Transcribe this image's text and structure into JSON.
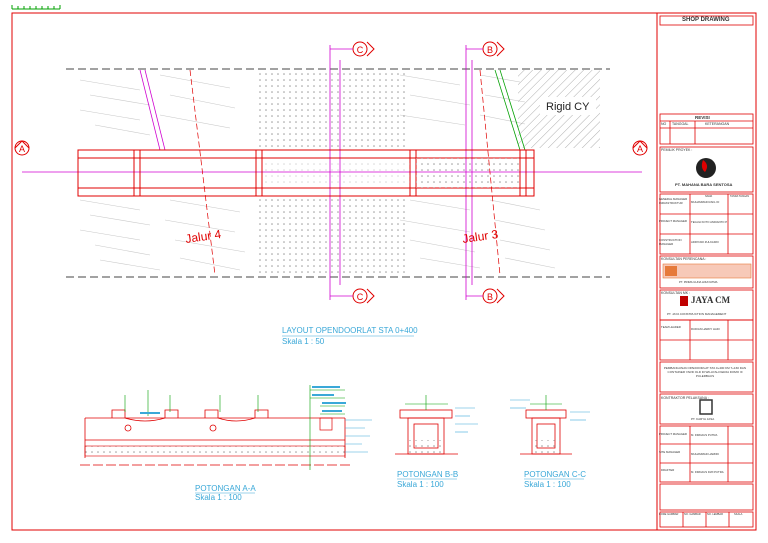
{
  "drawing": {
    "section_markers": {
      "A": "A",
      "B": "B",
      "C": "C"
    },
    "lane_labels": [
      "Jalur 4",
      "Jalur 3"
    ],
    "rigid_label": "Rigid CY",
    "layout_title": "LAYOUT OPENDOORLAT STA 0+400",
    "layout_scale": "Skala 1 : 50",
    "sections": [
      {
        "title": "POTONGAN A-A",
        "scale": "Skala 1 : 100"
      },
      {
        "title": "POTONGAN B-B",
        "scale": "Skala 1 : 100"
      },
      {
        "title": "POTONGAN C-C",
        "scale": "Skala 1 : 100"
      }
    ]
  },
  "title_block": {
    "header": "SHOP DRAWING",
    "revisi": "REVISI",
    "rev_cols": [
      "NO",
      "TANGGAL",
      "KETERANGAN"
    ],
    "pemilik": "PEMILIK PROYEK :",
    "company": "PT. MAHANA BARA SENTOSA",
    "general_manager": "GENERAL MANAGER INFRASTRUKTUR",
    "gm_name": "MUHAMMAD RAFLI D",
    "project_manager": "PROJECT MANAGER",
    "pm_name": "TEGUH KOTO ANDIANTO P",
    "construction_manager": "CONSTRUCTION MANAGER",
    "cm_name": "ADRIYADI ZULKAIRO",
    "konsultan_perencana": "KONSULTAN PERENCANA :",
    "perencana_name": "PT. PRIMA GUNA HIKAYATMA",
    "konsultan_mk": "KONSULTAN MK :",
    "jaya_logo": "JAYA CM",
    "jaya_full": "PT. JAYA CONSTRUCTION MANAGEMENT",
    "team_leader": "TEAM LEADER",
    "tl_name": "RUDIAN HARDY HADI",
    "project_title": "PEMBANGUNAN OPEDOORLAT STA 0+400 KM 7+160 DAN CONTAINER YARD OLD DI WILAYAH KERJA DOMO III PULERBAUS",
    "kontraktor": "KONTRAKTOR PELAKSANA :",
    "kontraktor_name": "PT. KARYA JASA",
    "ktr_pm": "PROJECT MANAGER",
    "ktr_pm_name": "M. FIRDAUS PUTRA",
    "site_manager": "SITE MANAGER",
    "sm_name": "MUHAMMAD HARDIK",
    "drafter": "DRAFTER",
    "drafter_name": "M. FIRDAUS DWI PUTRA",
    "nama": "NAMA",
    "tanda_tangan": "TANDA TANGAN",
    "footer_cols": [
      "KODE GAMBAR",
      "NO. GAMBAR",
      "NO. LEMBAR",
      "SKALA"
    ]
  }
}
